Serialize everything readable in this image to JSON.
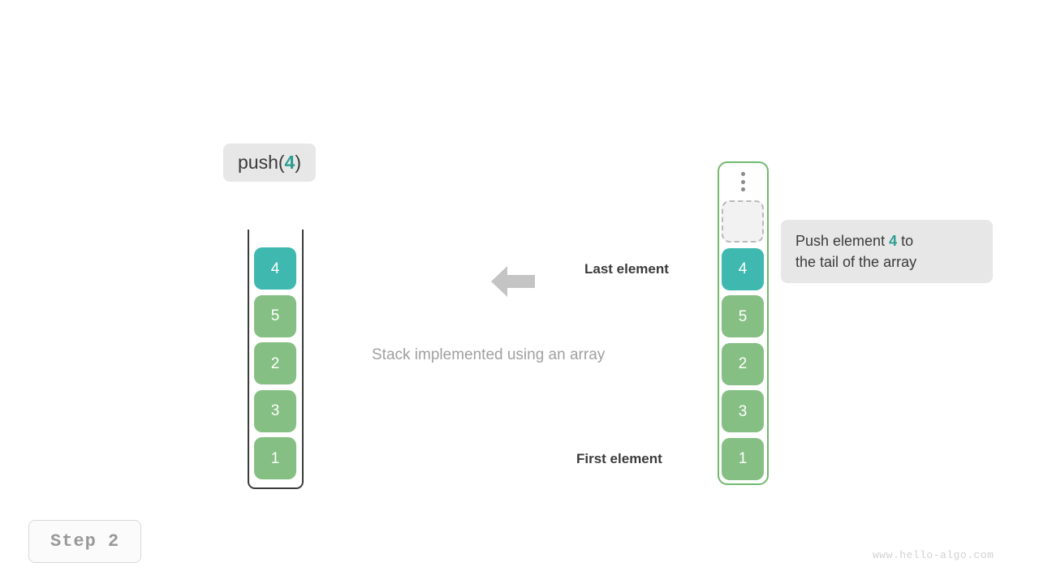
{
  "operation": {
    "label_prefix": "push(",
    "value": "4",
    "label_suffix": ")"
  },
  "step": {
    "label": "Step 2"
  },
  "watermark": {
    "text": "www.hello-algo.com"
  },
  "caption": {
    "main": "Stack implemented using an array",
    "last_element": "Last element",
    "first_element": "First element"
  },
  "annotation": {
    "line1_prefix": "Push element ",
    "highlight": "4",
    "line1_suffix": " to",
    "line2": "the tail of the array"
  },
  "stack": {
    "name": "stack-container",
    "cells": [
      {
        "value": "4",
        "color": "teal",
        "state": "new"
      },
      {
        "value": "5",
        "color": "green",
        "state": "normal"
      },
      {
        "value": "2",
        "color": "green",
        "state": "normal"
      },
      {
        "value": "3",
        "color": "green",
        "state": "normal"
      },
      {
        "value": "1",
        "color": "green",
        "state": "normal"
      }
    ]
  },
  "array": {
    "name": "array-container",
    "ellipsis_icon": "vertical-ellipsis-icon",
    "slots": [
      {
        "value": "",
        "color": "empty",
        "state": "empty"
      },
      {
        "value": "4",
        "color": "teal",
        "state": "new"
      },
      {
        "value": "5",
        "color": "green",
        "state": "normal"
      },
      {
        "value": "2",
        "color": "green",
        "state": "normal"
      },
      {
        "value": "3",
        "color": "green",
        "state": "normal"
      },
      {
        "value": "1",
        "color": "green",
        "state": "normal"
      }
    ]
  },
  "arrow": {
    "icon": "arrow-left-icon",
    "color": "#c4c4c4"
  },
  "colors": {
    "accent_teal": "#3fb8b0",
    "element_green": "#85bf83",
    "container_green_border": "#73b96f",
    "badge_bg": "#e7e7e7",
    "muted_text": "#a0a0a0",
    "dark_text": "#3b3b3b"
  }
}
